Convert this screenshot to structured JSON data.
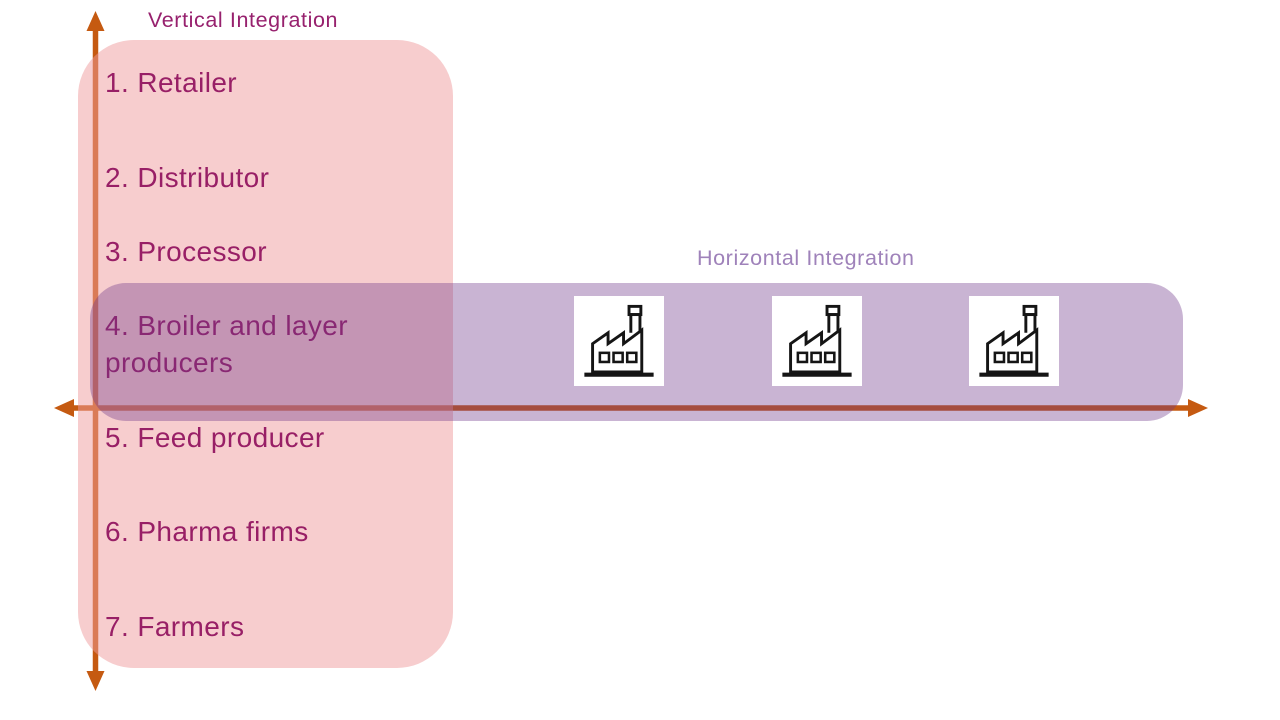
{
  "slide": {
    "vertical_axis": {
      "title": "Vertical Integration",
      "items": [
        "1. Retailer",
        "2. Distributor",
        "3. Processor",
        "4. Broiler and layer producers",
        "5. Feed producer",
        "6. Pharma firms",
        "7. Farmers"
      ]
    },
    "horizontal_axis": {
      "title": "Horizontal Integration",
      "factory_icons": [
        "factory-icon",
        "factory-icon",
        "factory-icon"
      ]
    },
    "colors": {
      "arrow": "#C55A11",
      "list-text": "#981F66",
      "vertical-title": "#97216E",
      "horizontal-title": "#9F82BA",
      "pink-panel-flat": "#F7CDCE",
      "purple-panel-flat": "#C9B4D3",
      "icon-stroke": "#151515",
      "icon-bg": "#FFFFFF"
    }
  }
}
